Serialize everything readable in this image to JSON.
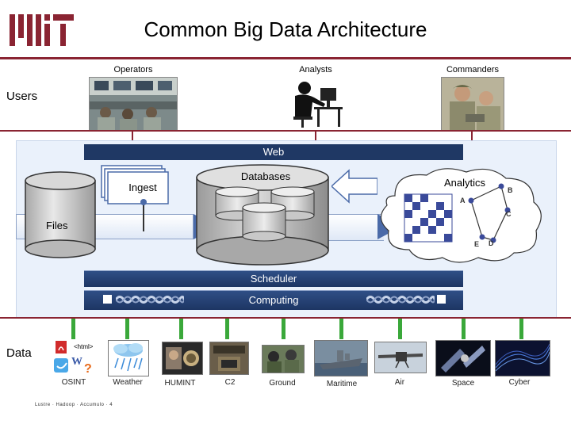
{
  "title": "Common Big Data Architecture",
  "users": {
    "label": "Users",
    "roles": [
      "Operators",
      "Analysts",
      "Commanders"
    ]
  },
  "architecture": {
    "web": "Web",
    "ingest": "Ingest",
    "databases": "Databases",
    "analytics": "Analytics",
    "files": "Files",
    "scheduler": "Scheduler",
    "computing": "Computing",
    "graph_nodes": [
      "A",
      "B",
      "C",
      "D",
      "E"
    ]
  },
  "data": {
    "label": "Data",
    "html_tag": "<html>",
    "sources": [
      "OSINT",
      "Weather",
      "HUMINT",
      "C2",
      "Ground",
      "Maritime",
      "Air",
      "Space",
      "Cyber"
    ]
  },
  "footer": "Lustre · Hadoop · Accumulo · 4"
}
